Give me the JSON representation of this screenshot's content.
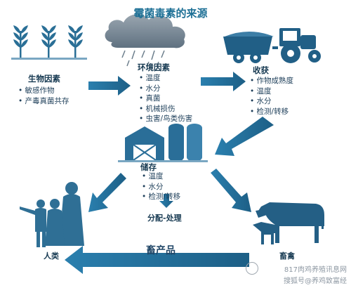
{
  "title": "霉菌毒素的来源",
  "biological": {
    "title": "生物因素",
    "items": [
      "敏感作物",
      "产毒真菌共存"
    ]
  },
  "environment": {
    "title": "环境因素",
    "items": [
      "温度",
      "水分",
      "真菌",
      "机械损伤",
      "虫害/鸟类伤害"
    ]
  },
  "harvest": {
    "title": "收获",
    "items": [
      "作物成熟度",
      "温度",
      "水分",
      "检测/转移"
    ]
  },
  "storage": {
    "title": "储存",
    "items": [
      "温度",
      "水分",
      "检测/转移"
    ]
  },
  "distribution_label": "分配-处理",
  "human_label": "人类",
  "livestock_label": "畜禽",
  "animal_products_label": "畜产品",
  "watermark": {
    "line1": "817肉鸡养殖讯息网",
    "line2": "搜狐号@养鸡致富经"
  },
  "colors": {
    "primary": "#1f5f86",
    "arrow": "#1f6e9a",
    "title": "#1c6f95",
    "cloud": "#7f8f9c"
  }
}
